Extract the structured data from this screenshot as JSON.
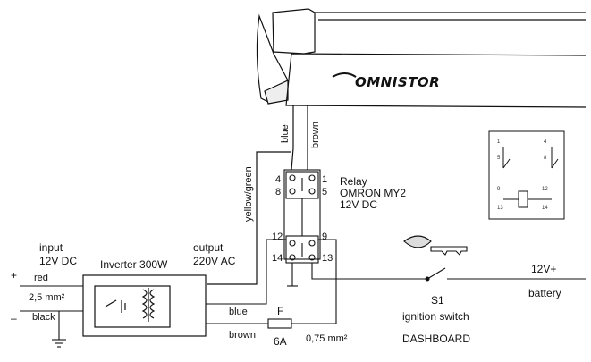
{
  "brand": {
    "logo_text": "OMNISTOR"
  },
  "relay": {
    "title": "Relay",
    "model": "OMRON MY2",
    "voltage": "12V DC",
    "pins_top": [
      "4",
      "1",
      "8",
      "5"
    ],
    "pins_bottom": [
      "12",
      "9",
      "14",
      "13"
    ]
  },
  "relay_schematic": {
    "pins": [
      "1",
      "4",
      "5",
      "8",
      "9",
      "12",
      "13",
      "14"
    ]
  },
  "wires": {
    "blue": "blue",
    "brown": "brown",
    "yellow_green": "yellow/green",
    "inverter_blue": "blue",
    "inverter_brown": "brown",
    "red": "red",
    "black": "black"
  },
  "input": {
    "title": "input",
    "voltage": "12V DC",
    "plus": "+",
    "minus": "–",
    "cross_section": "2,5 mm²"
  },
  "inverter": {
    "label": "Inverter 300W"
  },
  "output": {
    "title": "output",
    "voltage": "220V AC"
  },
  "fuse": {
    "letter": "F",
    "rating": "6A",
    "cross_section": "0,75 mm²"
  },
  "switch": {
    "name": "S1",
    "label": "ignition switch",
    "location": "DASHBOARD"
  },
  "battery": {
    "voltage": "12V+",
    "label": "battery"
  }
}
